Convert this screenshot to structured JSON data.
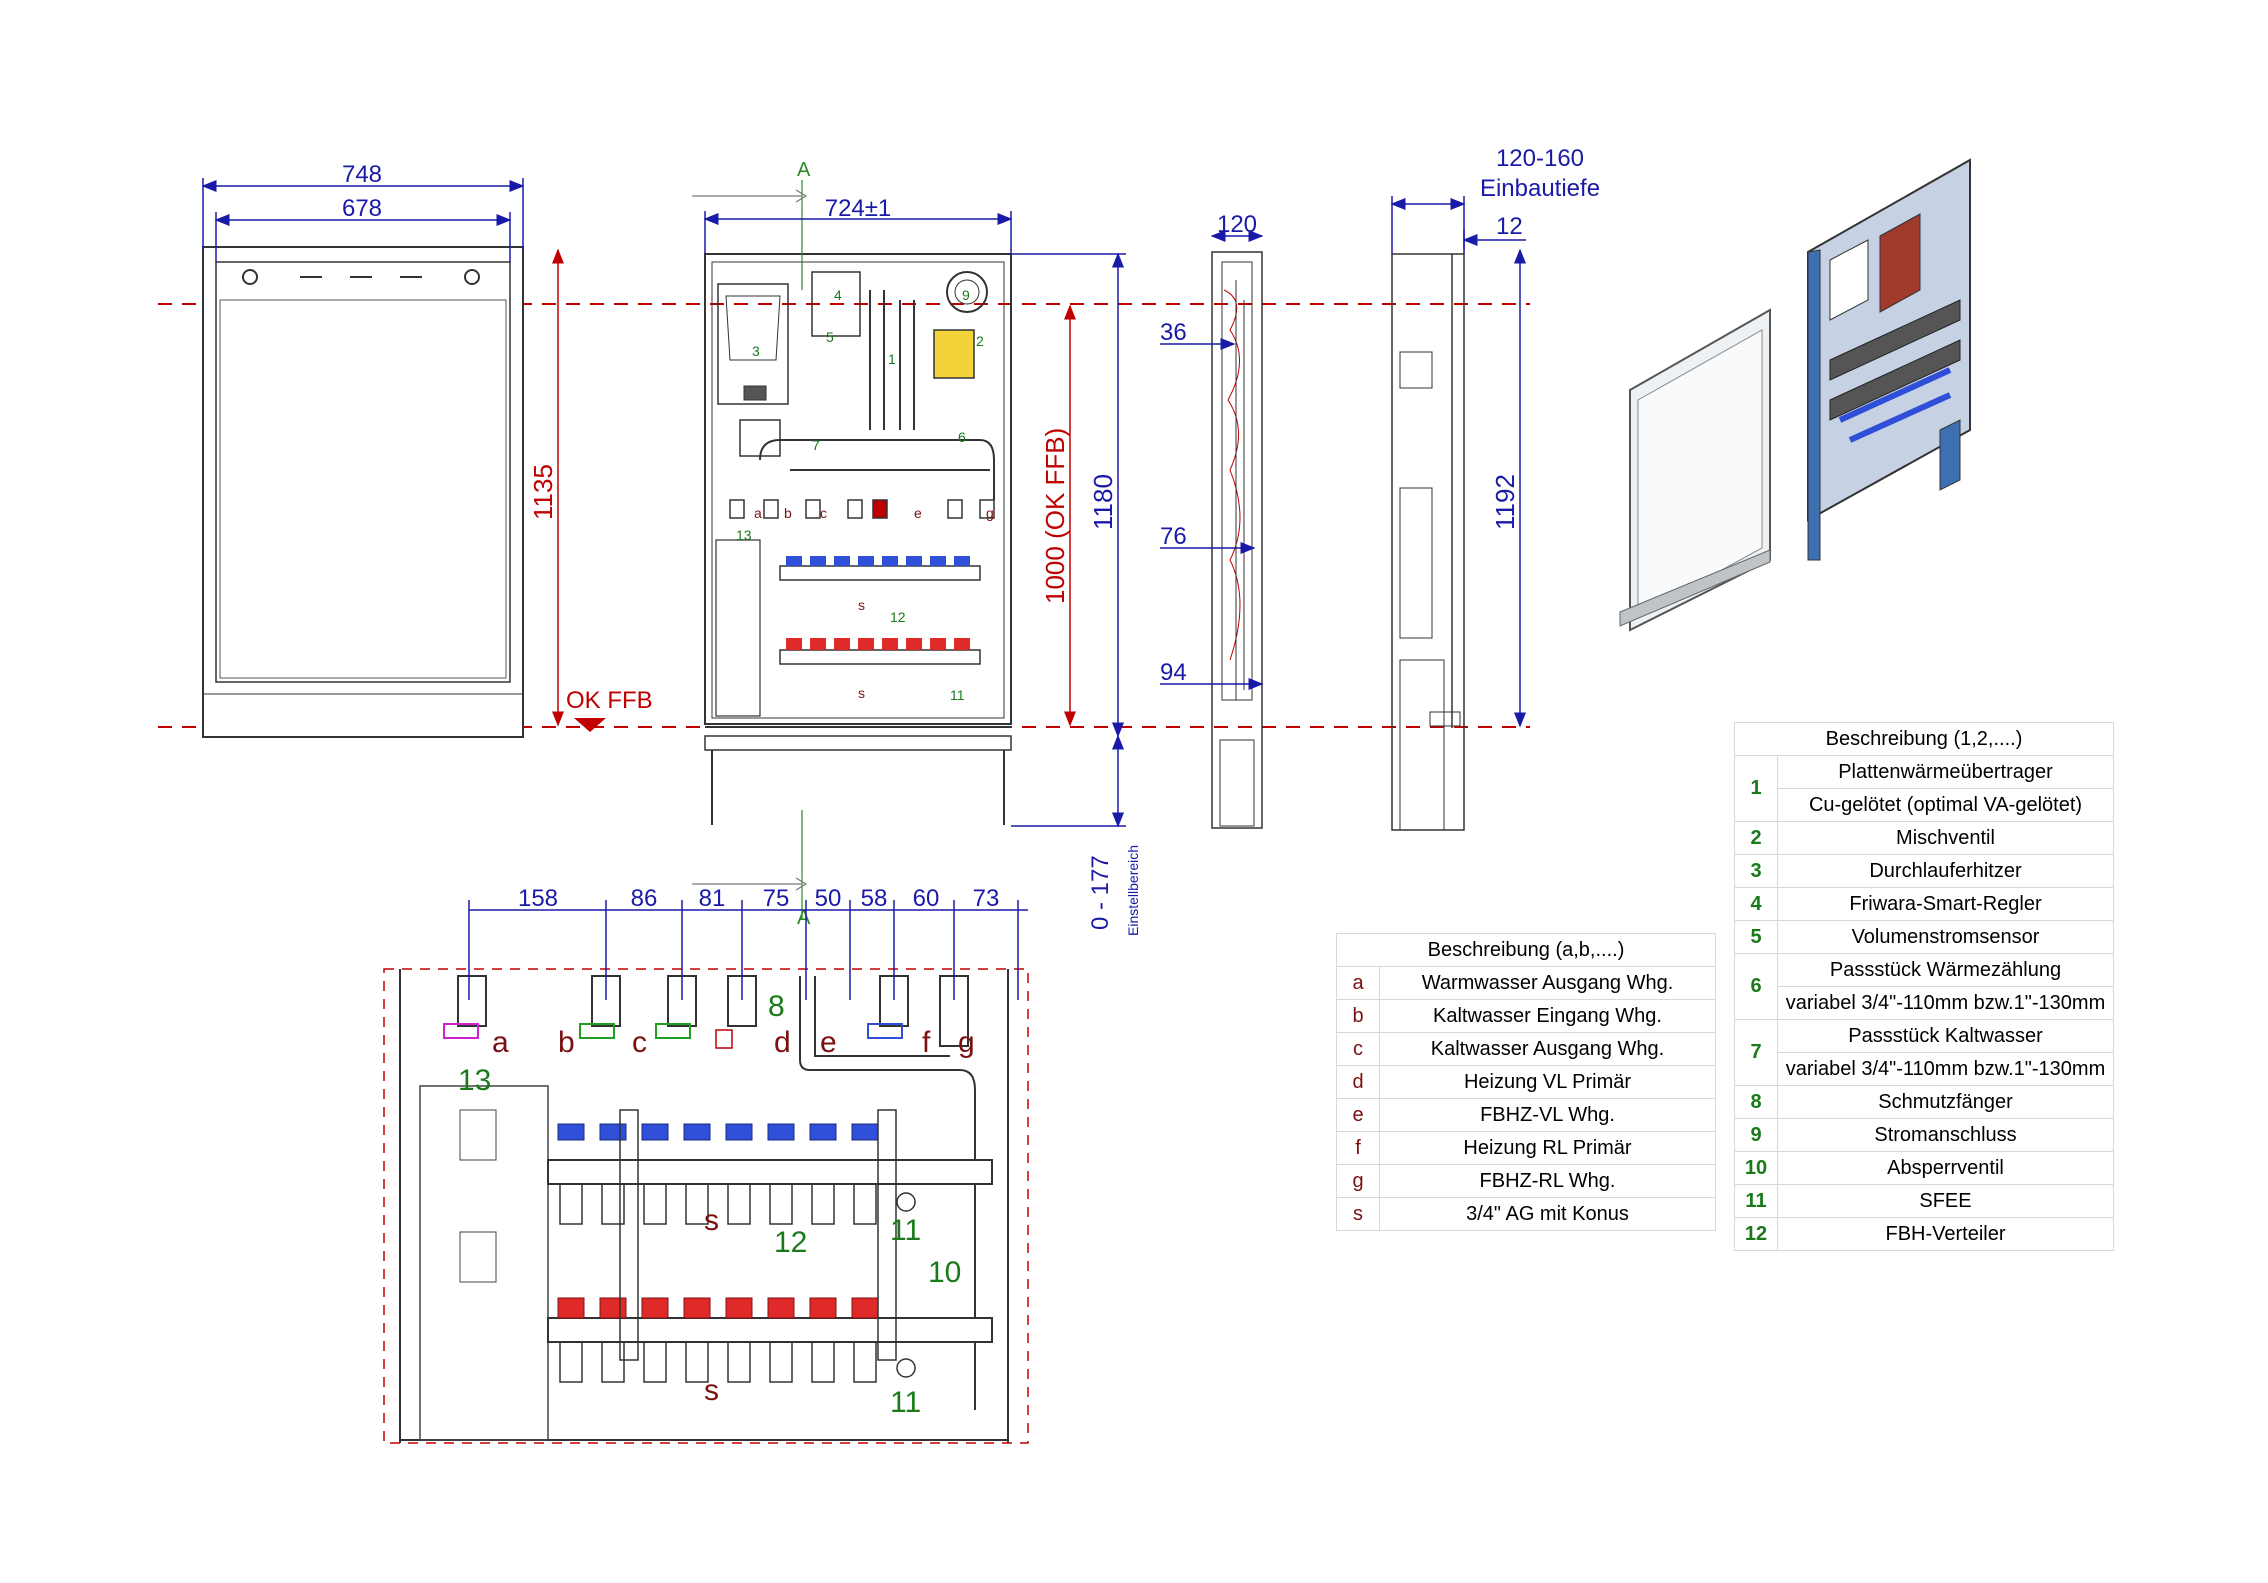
{
  "dimensions": {
    "front_overall_width": "748",
    "front_inner_width": "678",
    "front_height": "1135",
    "ok_ffb": "OK FFB",
    "section_marker_top": "A",
    "section_marker_bottom": "A",
    "frame_width": "724±1",
    "height_to_ffb": "1000 (OK FFB)",
    "total_height": "1180",
    "adjust_range": "0 - 177",
    "adjust_label": "Einstellbereich",
    "side_depth": "120",
    "side_36": "36",
    "side_76": "76",
    "side_94": "94",
    "install_depth": "120-160",
    "install_depth_label": "Einbautiefe",
    "side_12": "12",
    "side_height": "1192",
    "pipe_spacings": [
      "158",
      "86",
      "81",
      "75",
      "50",
      "58",
      "60",
      "73"
    ]
  },
  "callouts": {
    "n1": "1",
    "n2": "2",
    "n3": "3",
    "n4": "4",
    "n5": "5",
    "n6": "6",
    "n7": "7",
    "n8": "8",
    "n9": "9",
    "n10": "10",
    "n11": "11",
    "n12": "12",
    "n13": "13",
    "la": "a",
    "lb": "b",
    "lc": "c",
    "ld": "d",
    "le": "e",
    "lf": "f",
    "lg": "g",
    "ls": "s"
  },
  "legend_letters": {
    "header": "Beschreibung (a,b,....)",
    "rows": [
      {
        "key": "a",
        "text": "Warmwasser Ausgang Whg."
      },
      {
        "key": "b",
        "text": "Kaltwasser Eingang Whg."
      },
      {
        "key": "c",
        "text": "Kaltwasser Ausgang Whg."
      },
      {
        "key": "d",
        "text": "Heizung VL Primär"
      },
      {
        "key": "e",
        "text": "FBHZ-VL Whg."
      },
      {
        "key": "f",
        "text": "Heizung RL Primär"
      },
      {
        "key": "g",
        "text": "FBHZ-RL Whg."
      },
      {
        "key": "s",
        "text": "3/4\" AG mit Konus"
      }
    ]
  },
  "legend_numbers": {
    "header": "Beschreibung (1,2,....)",
    "rows": [
      {
        "key": "1",
        "text": "Plattenwärmeübertrager",
        "text2": "Cu-gelötet (optimal VA-gelötet)"
      },
      {
        "key": "2",
        "text": "Mischventil"
      },
      {
        "key": "3",
        "text": "Durchlauferhitzer"
      },
      {
        "key": "4",
        "text": "Friwara-Smart-Regler"
      },
      {
        "key": "5",
        "text": "Volumenstromsensor"
      },
      {
        "key": "6",
        "text": "Passstück Wärmezählung",
        "text2": "variabel 3/4\"-110mm bzw.1\"-130mm"
      },
      {
        "key": "7",
        "text": "Passstück Kaltwasser",
        "text2": "variabel 3/4\"-110mm bzw.1\"-130mm"
      },
      {
        "key": "8",
        "text": "Schmutzfänger"
      },
      {
        "key": "9",
        "text": "Stromanschluss"
      },
      {
        "key": "10",
        "text": "Absperrventil"
      },
      {
        "key": "11",
        "text": "SFEE"
      },
      {
        "key": "12",
        "text": "FBH-Verteiler"
      }
    ]
  },
  "colors": {
    "dimension": "#1a1aa8",
    "reference_line": "#c00000",
    "number_label": "#1a7a1a",
    "letter_label": "#7a1010"
  }
}
